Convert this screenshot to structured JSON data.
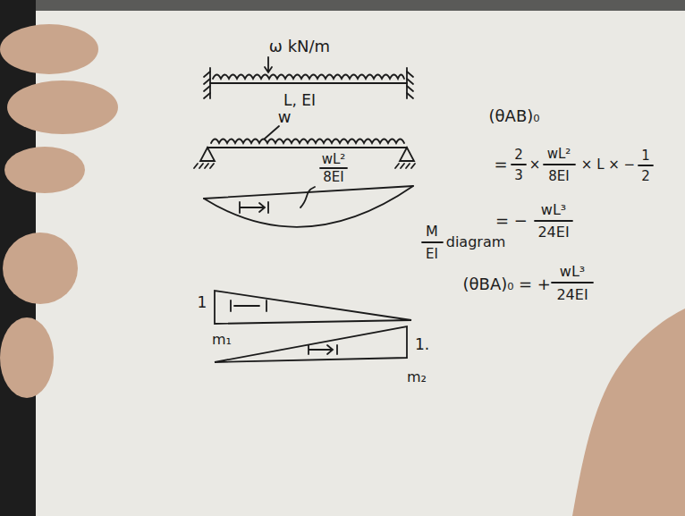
{
  "diagram": {
    "labels": [
      "ω kN/m",
      "L, EI",
      "w",
      "wL²",
      "8EI",
      "M",
      "EI",
      "diagram",
      "1",
      "m₁",
      "1.",
      "m₂",
      "(θAB)₀",
      "=",
      "2",
      "3",
      "×",
      "wL²",
      "8EI",
      "× L × −",
      "1",
      "2",
      "= −",
      "wL³",
      "24EI",
      "(θBA)₀",
      "= +",
      "wL³",
      "24EI"
    ]
  }
}
